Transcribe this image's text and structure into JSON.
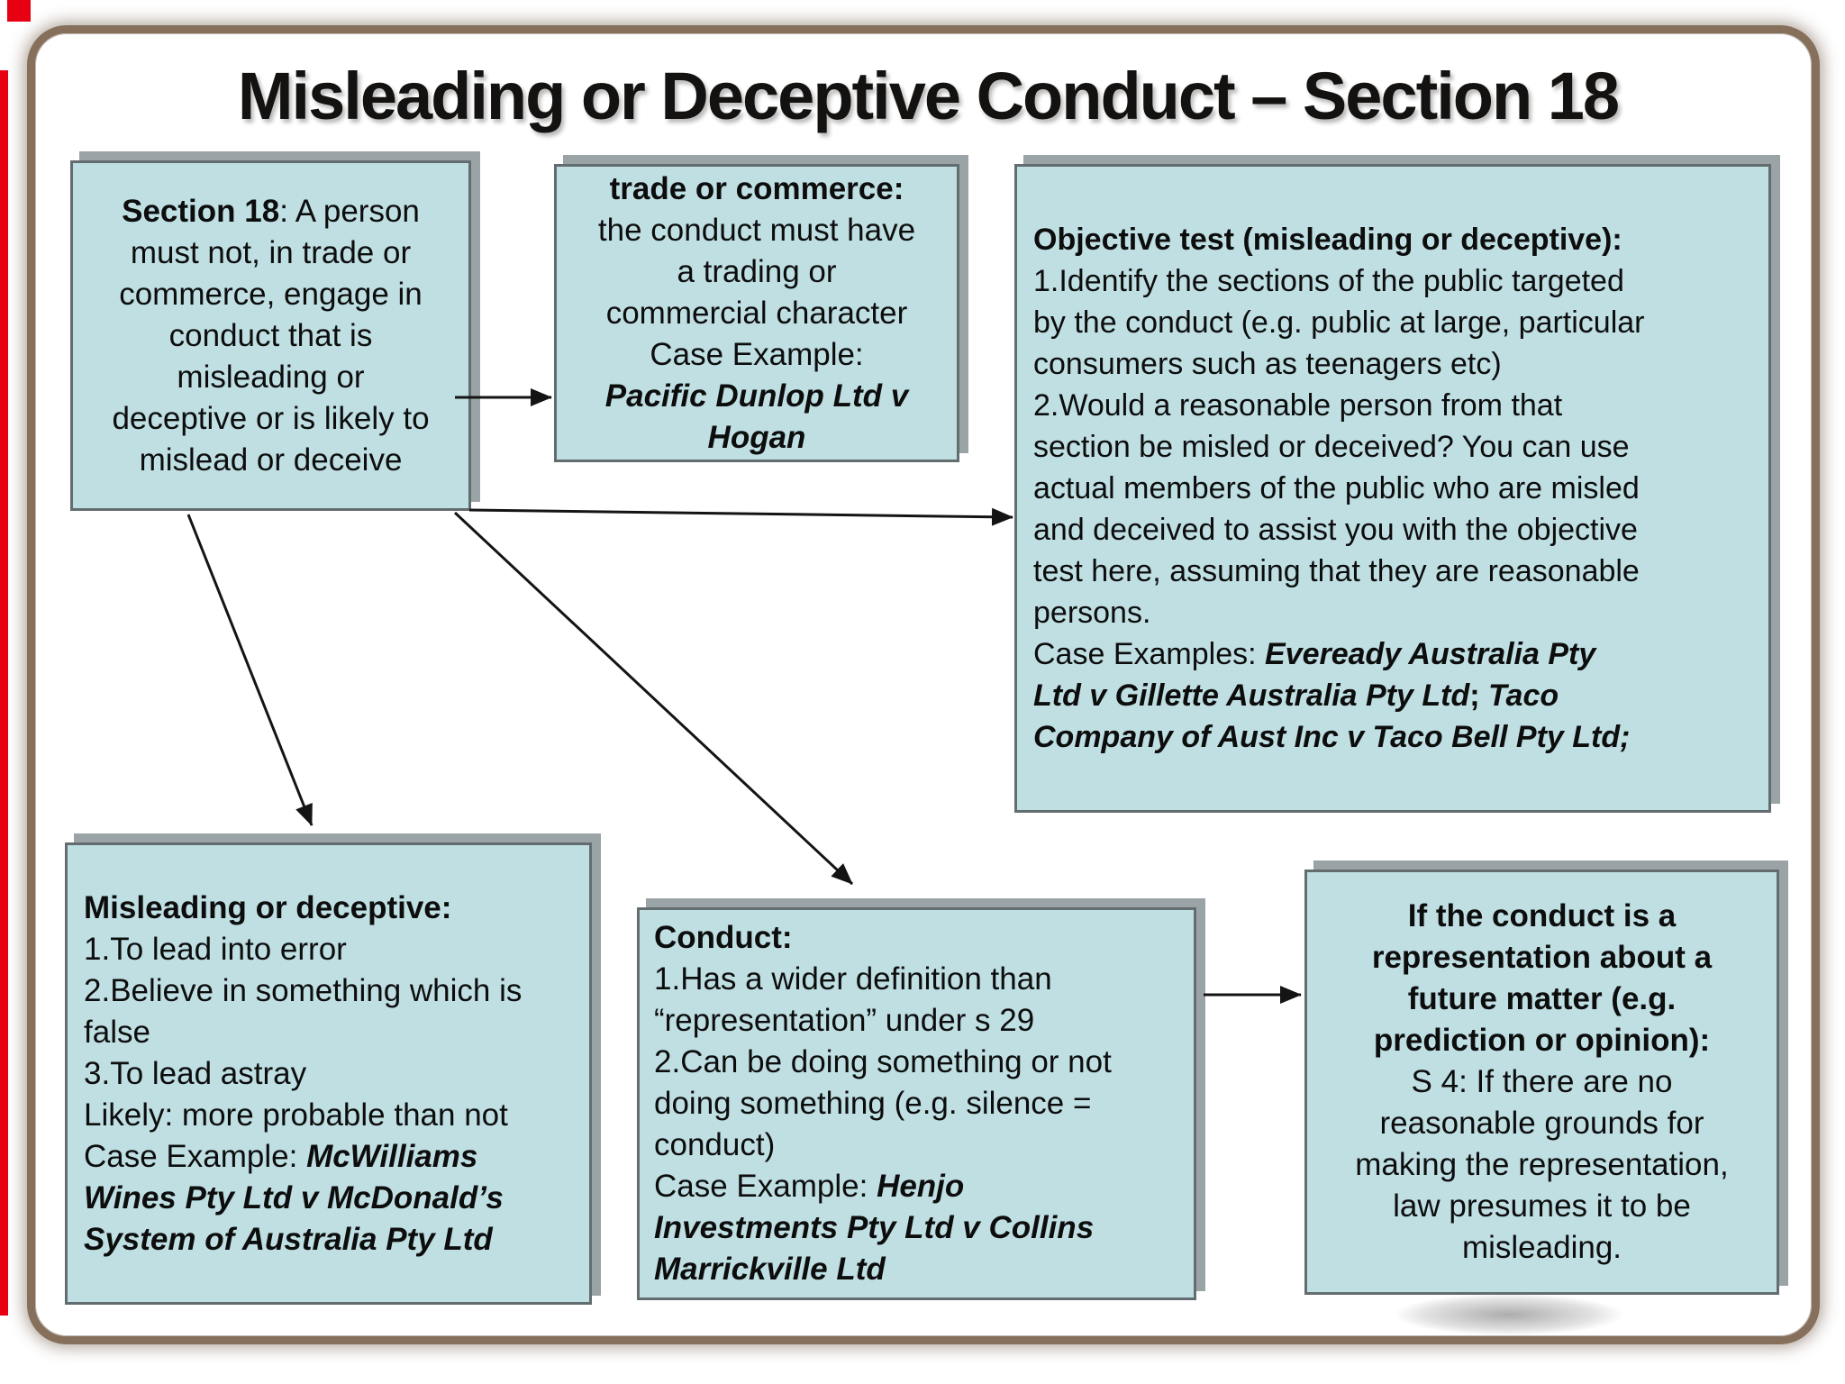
{
  "title": "Misleading or Deceptive Conduct – Section 18",
  "colors": {
    "background": "#ffffff",
    "box-fill": "#bfdfe3",
    "box-border": "#636d70",
    "box-shadow": "#9aa3a5",
    "frame-border": "#86705c",
    "red-accent": "#e60012",
    "arrow": "#141414",
    "title-color": "#141210",
    "text-color": "#0d0d0d"
  },
  "boxes": {
    "section18": {
      "lines": [
        [
          {
            "t": "Section 18",
            "b": true
          },
          {
            "t": ": A person"
          }
        ],
        [
          {
            "t": "must not, in trade or"
          }
        ],
        [
          {
            "t": "commerce, engage in"
          }
        ],
        [
          {
            "t": "conduct that is"
          }
        ],
        [
          {
            "t": "misleading or"
          }
        ],
        [
          {
            "t": "deceptive or is likely to"
          }
        ],
        [
          {
            "t": "mislead or deceive"
          }
        ]
      ]
    },
    "trade": {
      "lines": [
        [
          {
            "t": "trade or commerce:",
            "b": true
          }
        ],
        [
          {
            "t": "the conduct must have"
          }
        ],
        [
          {
            "t": "a trading or"
          }
        ],
        [
          {
            "t": "commercial character"
          }
        ],
        [
          {
            "t": "Case Example:"
          }
        ],
        [
          {
            "t": "Pacific Dunlop Ltd v",
            "b": true,
            "i": true
          }
        ],
        [
          {
            "t": "Hogan",
            "b": true,
            "i": true
          }
        ]
      ]
    },
    "objective": {
      "lines": [
        [
          {
            "t": "Objective test (misleading or deceptive):",
            "b": true
          }
        ],
        [
          {
            "t": "1.Identify the sections of the public targeted"
          }
        ],
        [
          {
            "t": "by the conduct (e.g. public at large, particular"
          }
        ],
        [
          {
            "t": "consumers such as teenagers etc)"
          }
        ],
        [
          {
            "t": "2.Would a reasonable person from that"
          }
        ],
        [
          {
            "t": "section be misled or deceived? You can use"
          }
        ],
        [
          {
            "t": "actual members of the public who are misled"
          }
        ],
        [
          {
            "t": "and deceived to assist you with the objective"
          }
        ],
        [
          {
            "t": "test here, assuming that they are reasonable"
          }
        ],
        [
          {
            "t": "persons."
          }
        ],
        [
          {
            "t": "Case Examples: "
          },
          {
            "t": "Eveready Australia Pty",
            "b": true,
            "i": true
          }
        ],
        [
          {
            "t": "Ltd v Gillette Australia Pty Ltd",
            "b": true,
            "i": true
          },
          {
            "t": "; ",
            "b": true
          },
          {
            "t": "Taco",
            "b": true,
            "i": true
          }
        ],
        [
          {
            "t": "Company of Aust Inc v Taco Bell Pty Ltd;",
            "b": true,
            "i": true
          }
        ]
      ]
    },
    "misleading": {
      "lines": [
        [
          {
            "t": "Misleading or deceptive:",
            "b": true
          }
        ],
        [
          {
            "t": "1.To lead into error"
          }
        ],
        [
          {
            "t": "2.Believe in something which is"
          }
        ],
        [
          {
            "t": "false"
          }
        ],
        [
          {
            "t": "3.To lead astray"
          }
        ],
        [
          {
            "t": "Likely: more probable than not"
          }
        ],
        [
          {
            "t": "Case Example: "
          },
          {
            "t": "McWilliams",
            "b": true,
            "i": true
          }
        ],
        [
          {
            "t": "Wines Pty Ltd v McDonald’s",
            "b": true,
            "i": true
          }
        ],
        [
          {
            "t": "System of Australia Pty Ltd",
            "b": true,
            "i": true
          }
        ]
      ]
    },
    "conduct": {
      "lines": [
        [
          {
            "t": "Conduct:",
            "b": true
          }
        ],
        [
          {
            "t": "1.Has a wider definition than"
          }
        ],
        [
          {
            "t": "“representation” under s 29"
          }
        ],
        [
          {
            "t": "2.Can be doing something or not"
          }
        ],
        [
          {
            "t": "doing something (e.g. silence ="
          }
        ],
        [
          {
            "t": "conduct)"
          }
        ],
        [
          {
            "t": "Case Example: "
          },
          {
            "t": "Henjo",
            "b": true,
            "i": true
          }
        ],
        [
          {
            "t": "Investments Pty Ltd v Collins",
            "b": true,
            "i": true
          }
        ],
        [
          {
            "t": "Marrickville Ltd",
            "b": true,
            "i": true
          }
        ]
      ]
    },
    "future": {
      "lines": [
        [
          {
            "t": "If the conduct is a",
            "b": true
          }
        ],
        [
          {
            "t": "representation about a",
            "b": true
          }
        ],
        [
          {
            "t": "future matter (e.g.",
            "b": true
          }
        ],
        [
          {
            "t": "prediction or opinion):",
            "b": true
          }
        ],
        [
          {
            "t": "S 4: If there are no"
          }
        ],
        [
          {
            "t": "reasonable grounds for"
          }
        ],
        [
          {
            "t": "making the representation,"
          }
        ],
        [
          {
            "t": "law presumes it to be"
          }
        ],
        [
          {
            "t": "misleading."
          }
        ]
      ]
    }
  }
}
